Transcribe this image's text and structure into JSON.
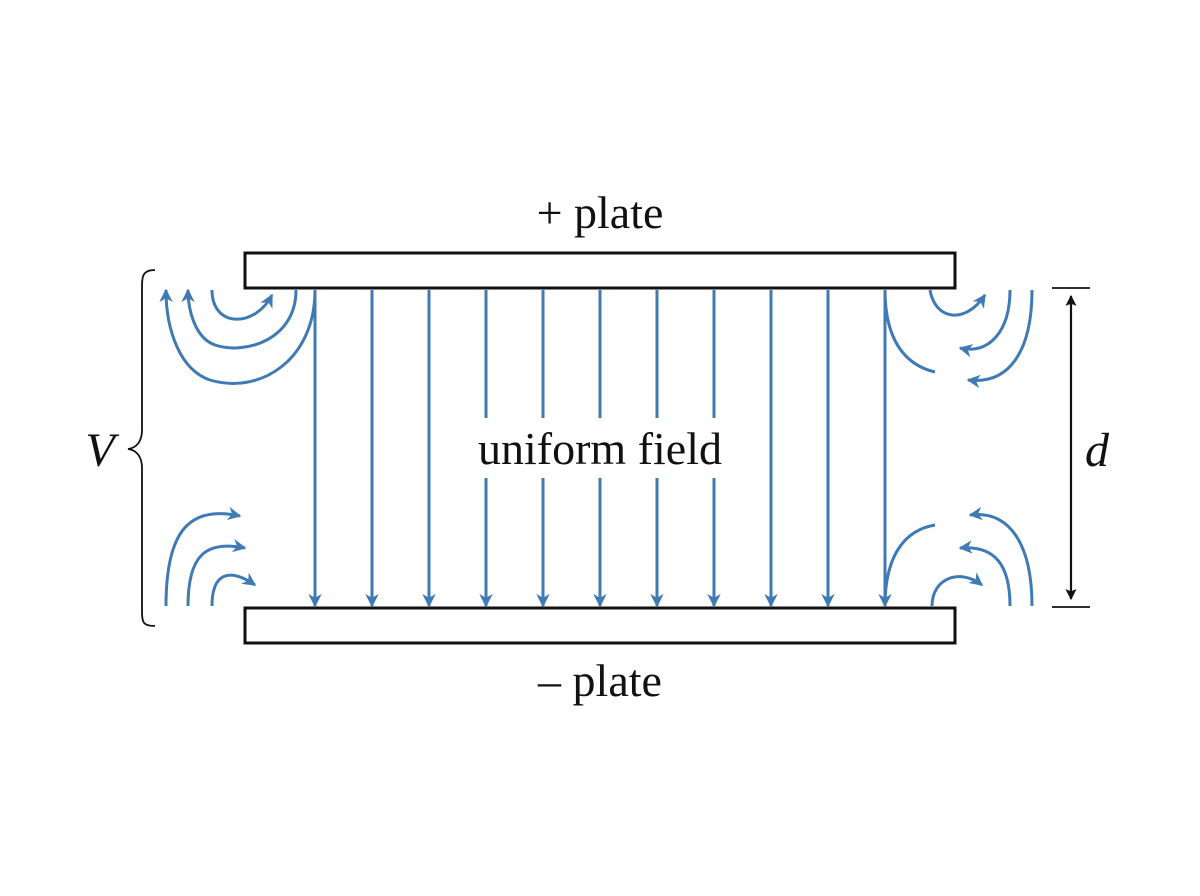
{
  "labels": {
    "top_plate": "+ plate",
    "bottom_plate": "– plate",
    "field": "uniform field",
    "voltage": "V",
    "separation": "d"
  },
  "colors": {
    "field_lines": "#3f7ab5",
    "plates": "#111111",
    "dimension": "#111111",
    "background": "#ffffff"
  },
  "field_line_count": 11
}
